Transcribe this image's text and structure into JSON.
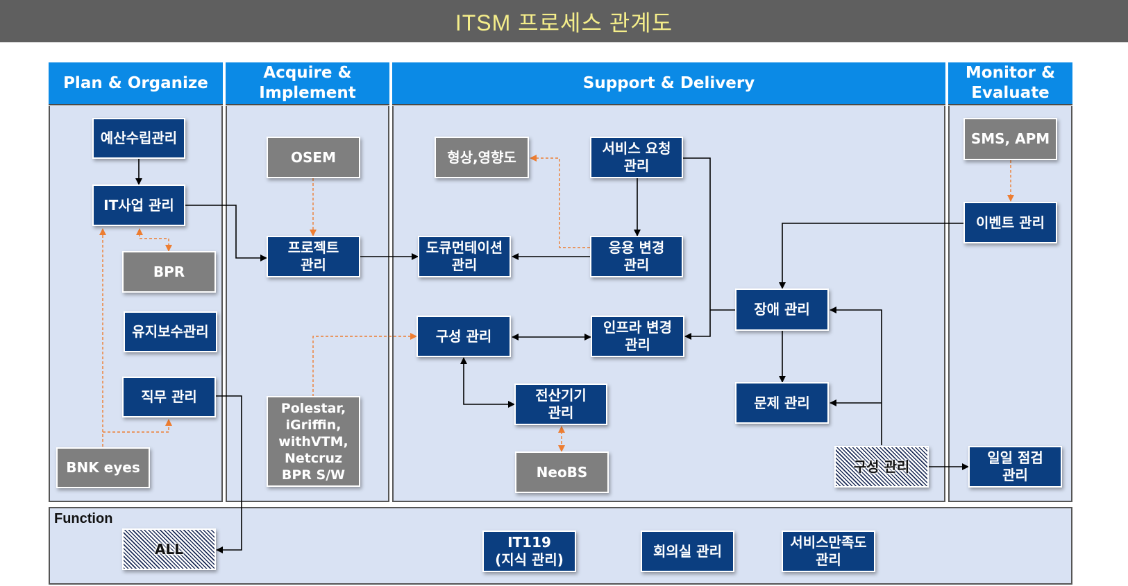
{
  "title": "ITSM 프로세스 관계도",
  "columns": [
    {
      "id": "plan",
      "label": "Plan & Organize"
    },
    {
      "id": "acquire",
      "label": "Acquire &\nImplement"
    },
    {
      "id": "support",
      "label": "Support & Delivery"
    },
    {
      "id": "monitor",
      "label": "Monitor &\nEvaluate"
    }
  ],
  "function_panel": {
    "label": "Function"
  },
  "nodes": {
    "budget": {
      "label": "예산수립관리",
      "style": "process"
    },
    "it_project": {
      "label": "IT사업 관리",
      "style": "process"
    },
    "bpr": {
      "label": "BPR",
      "style": "system"
    },
    "maintenance": {
      "label": "유지보수관리",
      "style": "process"
    },
    "duty": {
      "label": "직무 관리",
      "style": "process"
    },
    "bnk_eyes": {
      "label": "BNK eyes",
      "style": "system"
    },
    "osem": {
      "label": "OSEM",
      "style": "system"
    },
    "project": {
      "label": "프로젝트\n관리",
      "style": "process"
    },
    "tools": {
      "label": "Polestar,\niGriffin,\nwithVTM,\nNetcruz\nBPR S/W",
      "style": "system"
    },
    "impact": {
      "label": "형상,영향도",
      "style": "system"
    },
    "service_request": {
      "label": "서비스 요청\n관리",
      "style": "process"
    },
    "documentation": {
      "label": "도큐먼테이션\n관리",
      "style": "process"
    },
    "app_change": {
      "label": "응용 변경\n관리",
      "style": "process"
    },
    "config": {
      "label": "구성 관리",
      "style": "process"
    },
    "infra_change": {
      "label": "인프라 변경\n관리",
      "style": "process"
    },
    "equipment": {
      "label": "전산기기\n관리",
      "style": "process"
    },
    "neobs": {
      "label": "NeoBS",
      "style": "system"
    },
    "incident": {
      "label": "장애 관리",
      "style": "process"
    },
    "problem": {
      "label": "문제 관리",
      "style": "process"
    },
    "config_ref": {
      "label": "구성 관리",
      "style": "reference"
    },
    "sms_apm": {
      "label": "SMS, APM",
      "style": "system"
    },
    "event": {
      "label": "이벤트 관리",
      "style": "process"
    },
    "daily_check": {
      "label": "일일 점검\n관리",
      "style": "process"
    },
    "all": {
      "label": "ALL",
      "style": "reference"
    },
    "it119": {
      "label": "IT119\n(지식 관리)",
      "style": "process"
    },
    "meeting_room": {
      "label": "회의실 관리",
      "style": "process"
    },
    "satisfaction": {
      "label": "서비스만족도\n관리",
      "style": "process"
    }
  },
  "edges": [
    {
      "from": "budget",
      "to": "it_project",
      "type": "solid"
    },
    {
      "from": "it_project",
      "to": "project",
      "type": "solid"
    },
    {
      "from": "it_project",
      "to": "bpr",
      "type": "dashed-both"
    },
    {
      "from": "bnk_eyes",
      "to": "it_project",
      "type": "dashed"
    },
    {
      "from": "bnk_eyes",
      "to": "duty",
      "type": "dashed"
    },
    {
      "from": "duty",
      "to": "all",
      "type": "solid"
    },
    {
      "from": "osem",
      "to": "project",
      "type": "dashed"
    },
    {
      "from": "project",
      "to": "documentation",
      "type": "solid"
    },
    {
      "from": "tools",
      "to": "config",
      "type": "dashed"
    },
    {
      "from": "app_change",
      "to": "documentation",
      "type": "solid"
    },
    {
      "from": "app_change",
      "to": "impact",
      "type": "dashed-both"
    },
    {
      "from": "service_request",
      "to": "app_change",
      "type": "solid"
    },
    {
      "from": "service_request",
      "to": "infra_change",
      "type": "solid"
    },
    {
      "from": "incident",
      "to": "infra_change",
      "type": "solid"
    },
    {
      "from": "config",
      "to": "infra_change",
      "type": "solid-both"
    },
    {
      "from": "config",
      "to": "equipment",
      "type": "solid-both"
    },
    {
      "from": "equipment",
      "to": "neobs",
      "type": "dashed-both"
    },
    {
      "from": "event",
      "to": "incident",
      "type": "solid"
    },
    {
      "from": "sms_apm",
      "to": "event",
      "type": "dashed"
    },
    {
      "from": "incident",
      "to": "problem",
      "type": "solid"
    },
    {
      "from": "config_ref",
      "to": "incident",
      "type": "solid"
    },
    {
      "from": "config_ref",
      "to": "problem",
      "type": "solid"
    },
    {
      "from": "config_ref",
      "to": "daily_check",
      "type": "solid"
    }
  ],
  "colors": {
    "title_bar": "#5f5f5f",
    "title_text": "#f5ee8a",
    "column_header": "#0b8ae6",
    "panel_bg": "#d9e2f3",
    "process_node": "#0b3e80",
    "system_node": "#7f7f7f",
    "solid_link": "#000000",
    "dashed_link": "#ed7d31"
  }
}
